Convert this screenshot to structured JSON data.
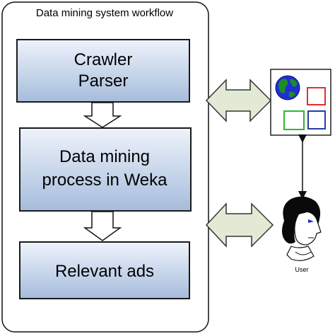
{
  "workflow": {
    "title": "Data mining system workflow"
  },
  "steps": [
    {
      "lines": [
        "Crawler",
        "Parser"
      ]
    },
    {
      "lines": [
        "Data mining",
        "process in Weka"
      ]
    },
    {
      "lines": [
        "Relevant ads"
      ]
    }
  ],
  "user": {
    "label": "User"
  },
  "colors": {
    "box_top": "#e8eef8",
    "box_bottom": "#a9bfdd",
    "box_border": "#1a1a1a",
    "double_arrow_fill": "#dfe8d4",
    "frame_border": "#111111",
    "square_red": "#e03030",
    "square_green": "#2fb82f",
    "square_blue": "#2a3aa8",
    "globe_blue": "#1f2fd0",
    "globe_green": "#1e8a2a"
  }
}
